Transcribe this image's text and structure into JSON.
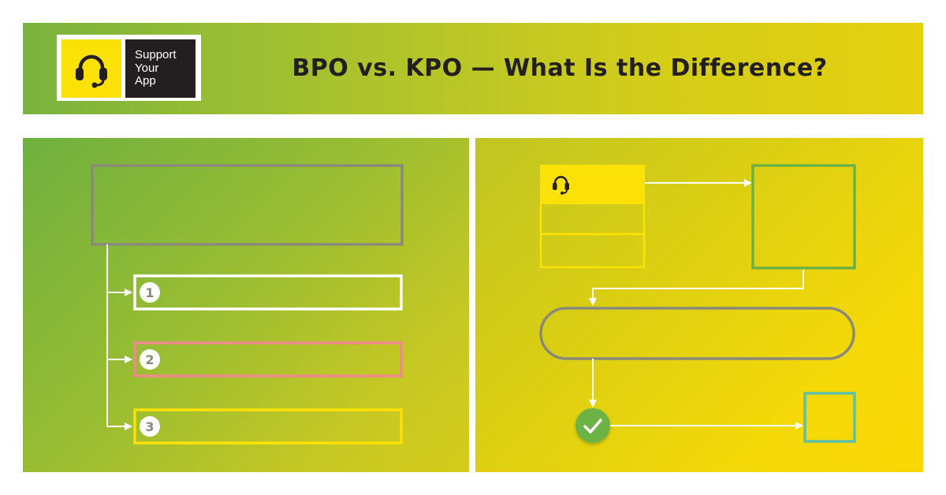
{
  "header": {
    "title": "BPO vs. KPO — What Is the Difference?",
    "logo": {
      "text_lines": [
        "Support",
        "Your",
        "App"
      ],
      "icon": "headset-icon",
      "colors": {
        "yellow": "#fbe106",
        "dark": "#231f20"
      }
    }
  },
  "left_panel": {
    "steps": [
      {
        "number": "1",
        "color": "#ffffff"
      },
      {
        "number": "2",
        "color": "#ee8a8e"
      },
      {
        "number": "3",
        "color": "#fbe106"
      }
    ],
    "title_box_color": "#8a8a7a"
  },
  "right_panel": {
    "icons": [
      "headset-icon",
      "checkmark-icon"
    ],
    "colors": {
      "card": "#fbe106",
      "box": "#6db244",
      "pill": "#8a8a7a",
      "check": "#6db244",
      "target": "#5fbfa7"
    }
  },
  "colors": {
    "header_gradient": [
      "#79b33d",
      "#e4d00f"
    ],
    "left_gradient": [
      "#6fb03f",
      "#d6cc1a"
    ],
    "right_gradient": [
      "#bfc523",
      "#fbd804"
    ]
  }
}
